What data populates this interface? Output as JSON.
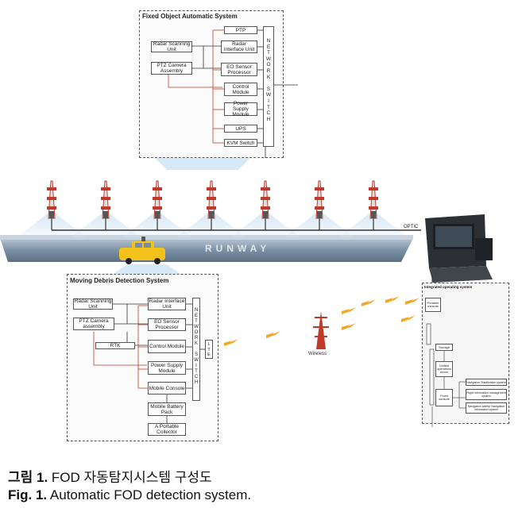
{
  "fixed_system": {
    "title": "Fixed Object Automatic System",
    "network_switch": "N\nE\nT\nW\nO\nR\nK\n\nS\nW\nI\nT\nC\nH",
    "boxes": {
      "ptp": "PTP",
      "radar_scanning": "Radar Scanning Unit",
      "radar_interface": "Radar Interface Unit",
      "ptz_camera": "PTZ Camera Assembly",
      "eo_sensor": "EO Sensor Processor",
      "control": "Control Module",
      "power_supply": "Power Supply Module",
      "ups": "UPS",
      "kvm": "KVM Switch"
    }
  },
  "runway": {
    "label": "RUNWAY",
    "optic_label": "OPTIC"
  },
  "moving_system": {
    "title": "Moving Debris Detection System",
    "network_switch": "N\nE\nT\nW\nO\nR\nK\n\nS\nW\nI\nT\nC\nH",
    "lte": "L\nT\nE",
    "boxes": {
      "radar_scanning": "Radar Scanning Unit",
      "radar_interface": "Radar Interface Unit",
      "ptz_camera": "PTZ Camera assembly",
      "eo_sensor": "EO Sensor Processor",
      "rtk": "RTK",
      "control": "Control Module",
      "power_supply": "Power Supply Module",
      "mobile_console": "Mobile Console",
      "battery": "Mobile Battery Pack",
      "portable_collector": "A Portable Collector"
    }
  },
  "wireless_label": "Wireless",
  "ops_system": {
    "title": "Integrated operating system",
    "portable_console": "Portable console",
    "storage": "Storage",
    "unified_server": "Unified operations server",
    "fixed_console": "Fixed console",
    "nav_stabilization": "Navigation Stabilization system",
    "flight_info": "Flight information management system",
    "nav_safety": "Navigation safety/ Navigation information system"
  },
  "caption": {
    "kr_label": "그림 1.",
    "kr_text": " FOD 자동탐지시스템 구성도",
    "en_label": "Fig. 1.",
    "en_text": " Automatic FOD detection system."
  },
  "colors": {
    "runway": "#6b7f93",
    "line_red": "#c0392b",
    "tower_red": "#c0392b",
    "bolt": "#f5a623",
    "vehicle": "#f2c21b"
  }
}
